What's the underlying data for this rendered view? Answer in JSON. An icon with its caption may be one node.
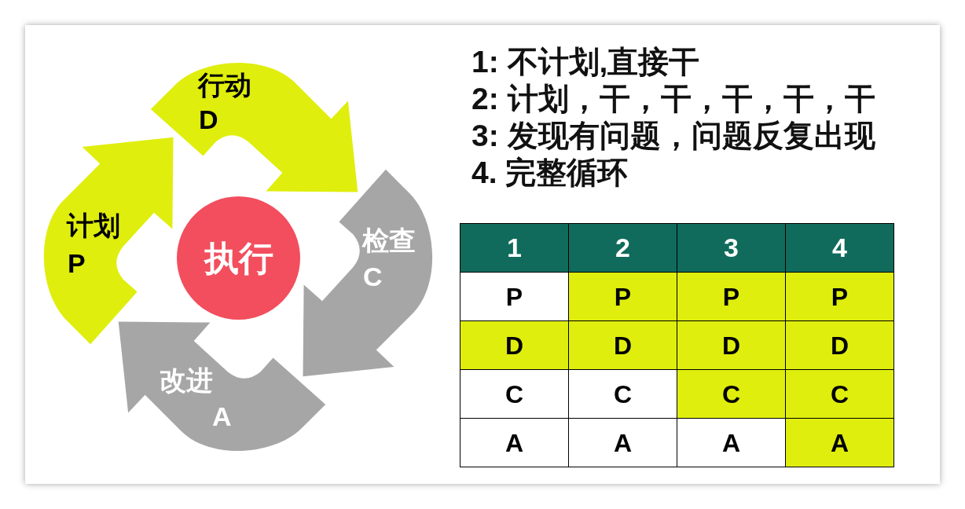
{
  "diagram": {
    "nodes": [
      {
        "text": [
          "计划",
          "P"
        ]
      },
      {
        "text": [
          "行动",
          "D"
        ]
      },
      {
        "text": [
          "执行"
        ]
      },
      {
        "text": [
          "检查",
          "C"
        ]
      },
      {
        "text": [
          "改进",
          "A"
        ]
      }
    ],
    "labels": [
      "1: 不计划,直接干",
      "2: 计划，干，干，干，干，干",
      "3: 发现有问题，问题反复出现",
      "4. 完整循环",
      "1",
      "2",
      "3",
      "4",
      "P",
      "P",
      "P",
      "P",
      "D",
      "D",
      "D",
      "D",
      "C",
      "C",
      "C",
      "C",
      "A",
      "A",
      "A",
      "A"
    ]
  }
}
